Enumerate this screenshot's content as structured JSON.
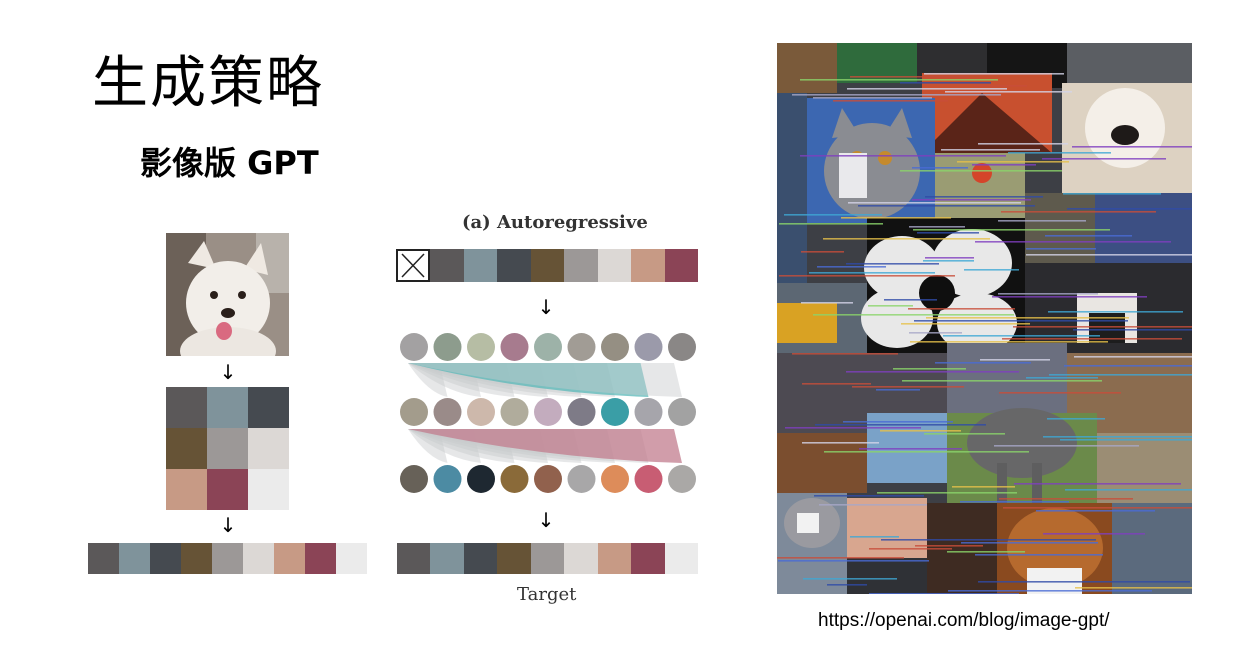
{
  "slide": {
    "title": "生成策略",
    "subtitle": "影像版 GPT",
    "source_url": "https://openai.com/blog/image-gpt/"
  },
  "figure": {
    "autoregressive_label": "(a) Autoregressive",
    "target_label": "Target",
    "arrow_glyph": "↓",
    "pixel_grid_colors": [
      "#5b5859",
      "#7f939b",
      "#454a50",
      "#665336",
      "#9c9897",
      "#dcd8d5",
      "#c79a85",
      "#8b4456",
      "#ebebeb"
    ],
    "input_row_colors": [
      "#5b5859",
      "#7f939b",
      "#454a50",
      "#665336",
      "#9c9897",
      "#dcd8d5",
      "#c79a85",
      "#8b4456"
    ],
    "circle_row1_colors": [
      "#a3a1a2",
      "#8d9c8d",
      "#b6bda4",
      "#a77b8e",
      "#9db2a8",
      "#a19c95",
      "#958f83",
      "#9b9aaa",
      "#8a8786"
    ],
    "circle_row2_colors": [
      "#a39c8c",
      "#9a8b89",
      "#cdb8ab",
      "#b0ac9c",
      "#c3acbe",
      "#7e7b87",
      "#3a9ea6",
      "#a6a5ab",
      "#a2a2a2"
    ],
    "circle_row3_colors": [
      "#676158",
      "#4c8ba3",
      "#1e2831",
      "#8a6a39",
      "#91614d",
      "#a8a7a8",
      "#dd8c5a",
      "#c85d73",
      "#aaa8a6"
    ],
    "mask_icon": "crossed-box-icon",
    "dog_image": "dog-photo"
  },
  "collage": {
    "image": "imagegpt-samples-collage"
  }
}
